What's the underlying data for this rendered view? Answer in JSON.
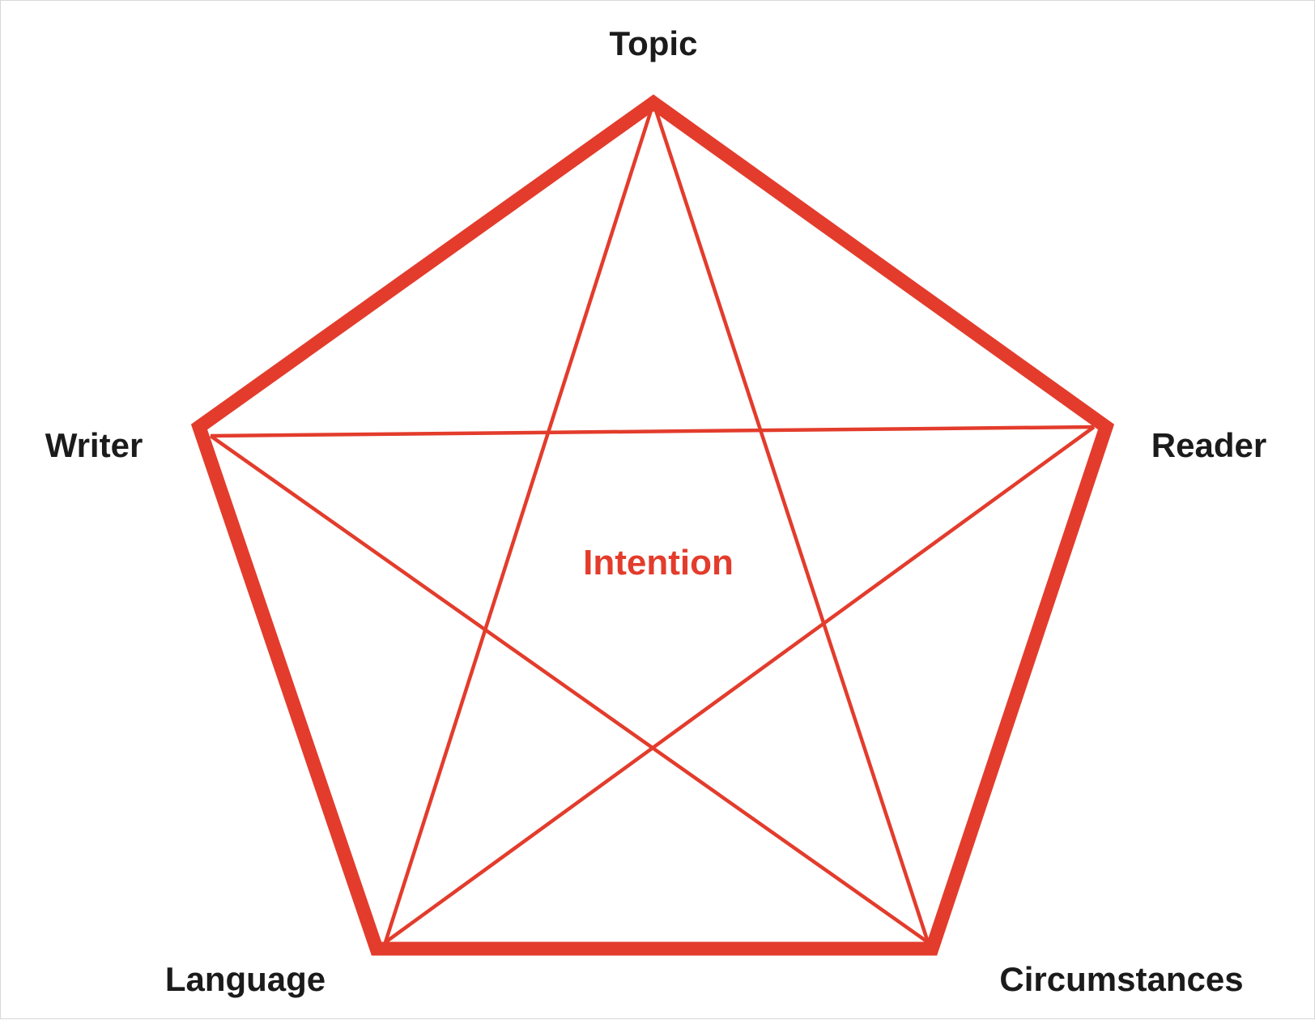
{
  "diagram": {
    "colors": {
      "line": "#e33c2c",
      "label": "#1b1b1b",
      "center_label": "#e33c2c",
      "background": "#ffffff"
    },
    "labels": {
      "top": "Topic",
      "left": "Writer",
      "right": "Reader",
      "bottom_left": "Language",
      "bottom_right": "Circumstances",
      "center": "Intention"
    }
  }
}
